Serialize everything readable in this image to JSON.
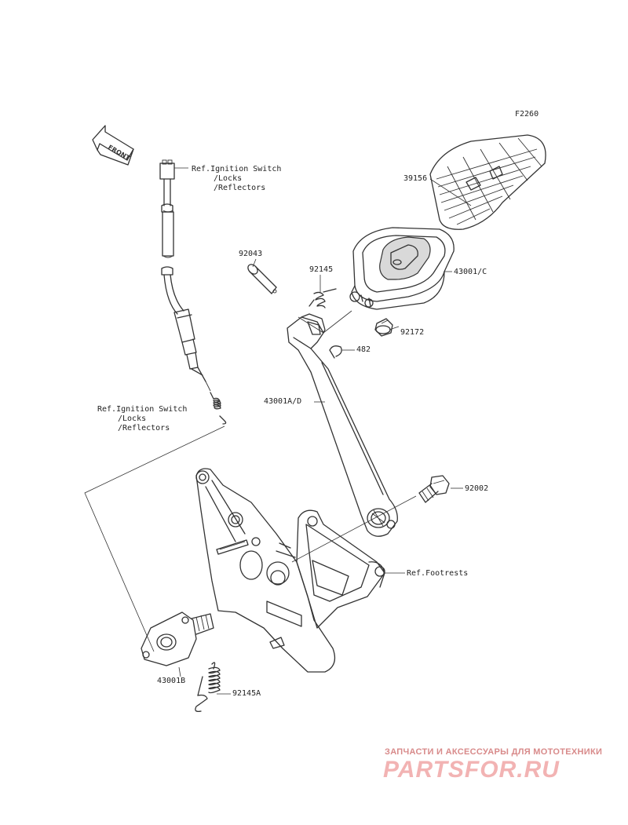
{
  "figure_code": "F2260",
  "front_label": "FRONT",
  "labels": {
    "p39156": "39156",
    "p92043": "92043",
    "p92145": "92145",
    "p43001c": "43001/C",
    "p92172": "92172",
    "p482": "482",
    "p43001ad": "43001A/D",
    "p92002": "92002",
    "ref_footrests": "Ref.Footrests",
    "p43001b": "43001B",
    "p92145a": "92145A",
    "ref_top_1": "Ref.Ignition Switch",
    "ref_top_2": "/Locks",
    "ref_top_3": "/Reflectors",
    "ref_mid_1": "Ref.Ignition Switch",
    "ref_mid_2": "/Locks",
    "ref_mid_3": "/Reflectors"
  },
  "watermark": {
    "line1": "ЗАПЧАСТИ И АКСЕССУАРЫ ДЛЯ МОТОТЕХНИКИ",
    "line2": "PARTSFOR.RU"
  }
}
